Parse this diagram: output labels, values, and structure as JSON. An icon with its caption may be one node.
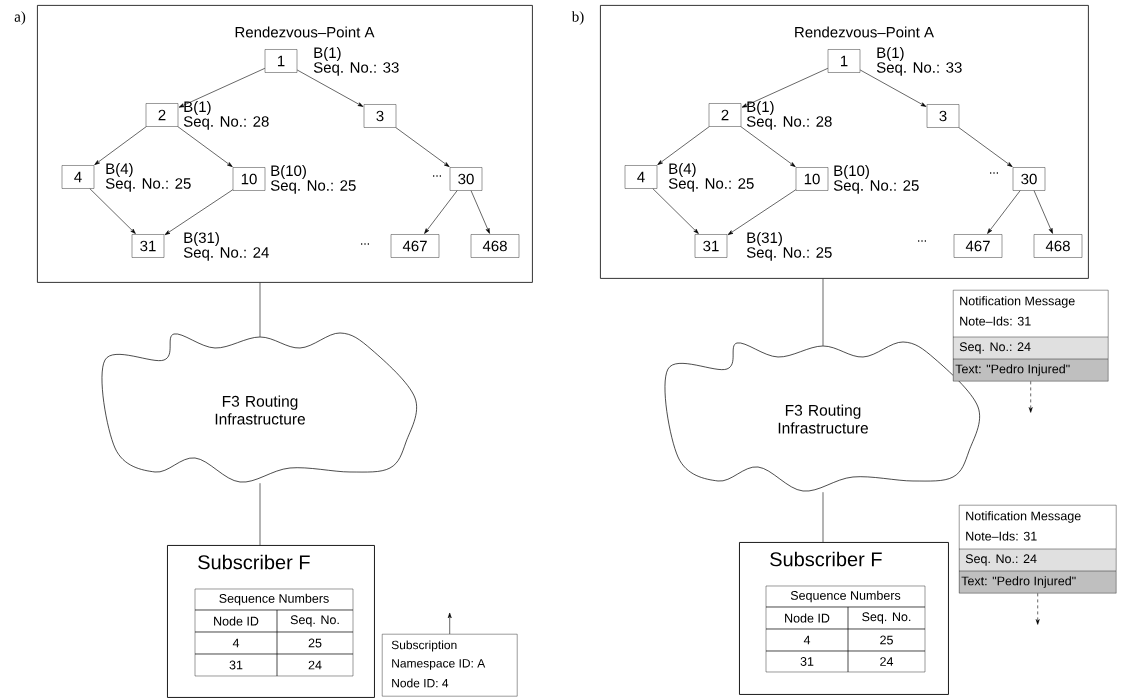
{
  "diagram": {
    "nodes": [
      {
        "text": [
          "Rendezvous–Point A"
        ]
      },
      {
        "text": [
          "1"
        ],
        "in": 0,
        "beside": [
          "B(1)",
          "Seq. No.: 33"
        ]
      },
      {
        "text": [
          "2"
        ],
        "in": 0,
        "beside": [
          "B(1)",
          "Seq. No.: 28"
        ]
      },
      {
        "text": [
          "3"
        ],
        "in": 0
      },
      {
        "text": [
          "4"
        ],
        "in": 0,
        "beside": [
          "B(4)",
          "Seq. No.: 25"
        ]
      },
      {
        "text": [
          "10"
        ],
        "in": 0,
        "beside": [
          "B(10)",
          "Seq. No.: 25"
        ]
      },
      {
        "text": [
          "30"
        ],
        "in": 0
      },
      {
        "text": [
          "31"
        ],
        "in": 0,
        "beside": [
          "B(31)",
          "Seq. No.: 24"
        ]
      },
      {
        "text": [
          "467"
        ],
        "in": 0
      },
      {
        "text": [
          "468"
        ],
        "in": 0
      },
      {
        "text": [
          "F3 Routing Infrastructure"
        ]
      },
      {
        "text": [
          "Subscriber F"
        ]
      },
      {
        "text": [
          "Subscription",
          "Namespace ID: A",
          "Node ID: 4"
        ]
      },
      {
        "text": [
          "Rendezvous–Point A"
        ]
      },
      {
        "text": [
          "1"
        ],
        "in": 13,
        "beside": [
          "B(1)",
          "Seq. No.: 33"
        ]
      },
      {
        "text": [
          "2"
        ],
        "in": 13,
        "beside": [
          "B(1)",
          "Seq. No.: 28"
        ]
      },
      {
        "text": [
          "3"
        ],
        "in": 13
      },
      {
        "text": [
          "4"
        ],
        "in": 13,
        "beside": [
          "B(4)",
          "Seq. No.: 25"
        ]
      },
      {
        "text": [
          "10"
        ],
        "in": 13,
        "beside": [
          "B(10)",
          "Seq. No.: 25"
        ]
      },
      {
        "text": [
          "30"
        ],
        "in": 13
      },
      {
        "text": [
          "31"
        ],
        "in": 13,
        "beside": [
          "B(31)",
          "Seq. No.: 25"
        ]
      },
      {
        "text": [
          "467"
        ],
        "in": 13
      },
      {
        "text": [
          "468"
        ],
        "in": 13
      },
      {
        "text": [
          "F3 Routing Infrastructure"
        ]
      },
      {
        "text": [
          "Subscriber F"
        ]
      },
      {
        "text": [
          "Notification Message",
          "Note–Ids: 31",
          "Seq. No.: 24",
          "Text: \"Pedro Injured\""
        ]
      },
      {
        "text": [
          "Notification Message",
          "Note–Ids: 31",
          "Seq. No.: 24",
          "Text: \"Pedro Injured\""
        ]
      }
    ],
    "edges": [
      {
        "from": 1,
        "to": 2,
        "arrow": "to"
      },
      {
        "from": 1,
        "to": 3,
        "arrow": "to"
      },
      {
        "from": 2,
        "to": 4,
        "arrow": "to"
      },
      {
        "from": 2,
        "to": 5,
        "arrow": "to"
      },
      {
        "from": 3,
        "to": 6,
        "arrow": "to"
      },
      {
        "from": 4,
        "to": 7,
        "arrow": "to"
      },
      {
        "from": 5,
        "to": 7,
        "arrow": "to"
      },
      {
        "from": 6,
        "to": 8,
        "arrow": "to"
      },
      {
        "from": 6,
        "to": 9,
        "arrow": "to"
      },
      {
        "from": 0,
        "to": 10,
        "arrow": "none"
      },
      {
        "from": 10,
        "to": 11,
        "arrow": "none"
      },
      {
        "from": 12,
        "to": null,
        "arrow": "to"
      },
      {
        "from": 14,
        "to": 15,
        "arrow": "to"
      },
      {
        "from": 14,
        "to": 16,
        "arrow": "to"
      },
      {
        "from": 15,
        "to": 17,
        "arrow": "to"
      },
      {
        "from": 15,
        "to": 18,
        "arrow": "to"
      },
      {
        "from": 16,
        "to": 19,
        "arrow": "to"
      },
      {
        "from": 17,
        "to": 20,
        "arrow": "to"
      },
      {
        "from": 18,
        "to": 20,
        "arrow": "to"
      },
      {
        "from": 19,
        "to": 21,
        "arrow": "to"
      },
      {
        "from": 19,
        "to": 22,
        "arrow": "to"
      },
      {
        "from": 13,
        "to": 23,
        "arrow": "none"
      },
      {
        "from": 23,
        "to": 24,
        "arrow": "none"
      },
      {
        "from": 25,
        "to": null,
        "arrow": "to",
        "style": "dashed"
      },
      {
        "from": 26,
        "to": null,
        "arrow": "to",
        "style": "dashed"
      }
    ],
    "labels": [
      "a)",
      "...",
      "...",
      "Sequence Numbers",
      "Node ID",
      "Seq. No.",
      "4",
      "25",
      "31",
      "24",
      "b)",
      "...",
      "...",
      "Sequence Numbers",
      "Node ID",
      "Seq. No.",
      "4",
      "25",
      "31",
      "24"
    ]
  }
}
